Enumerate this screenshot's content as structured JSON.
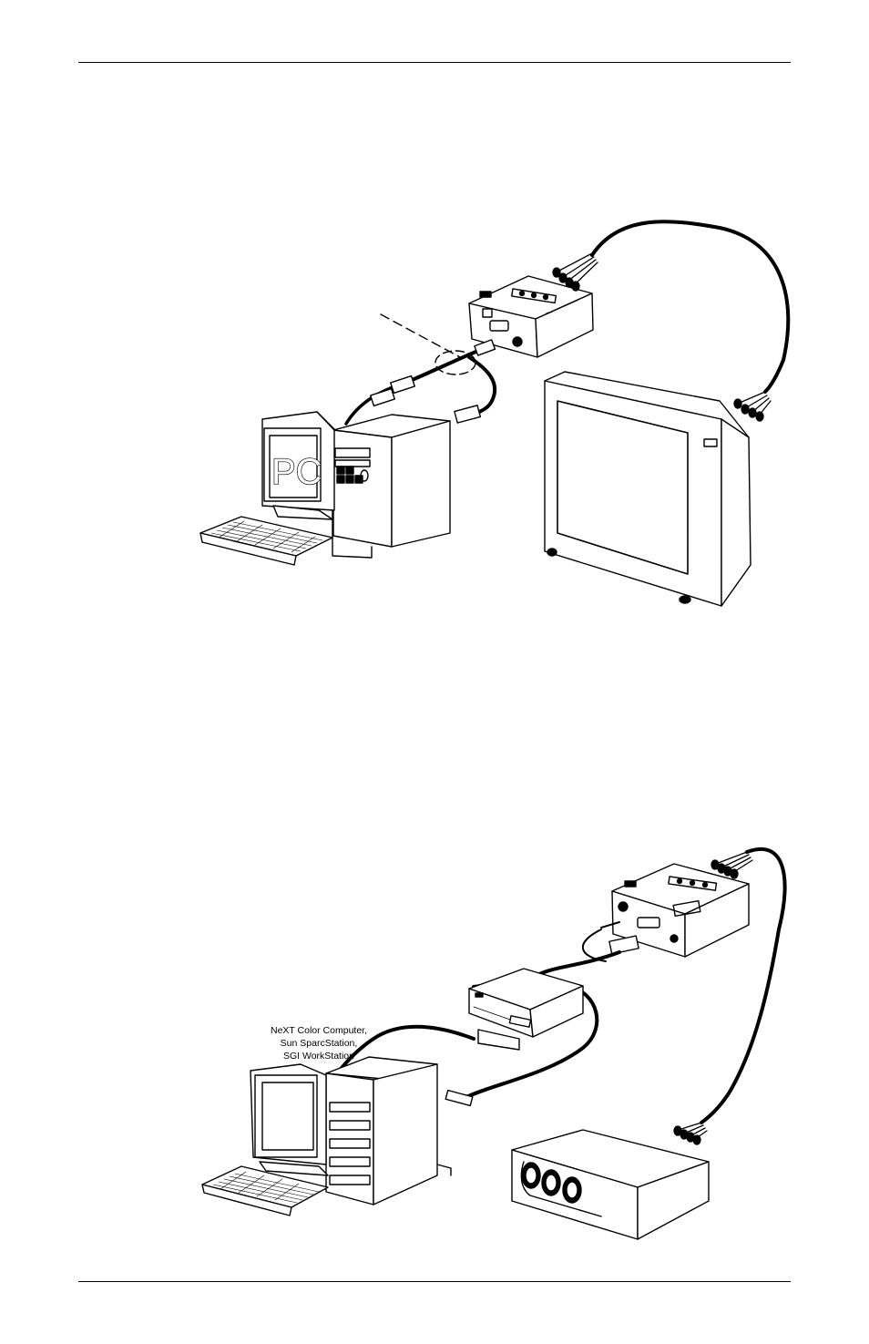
{
  "figure1": {
    "monitor_label": "PC"
  },
  "figure2": {
    "caption_lines": [
      "NeXT Color Computer,",
      "Sun SparcStation,",
      "SGI WorkStation"
    ]
  }
}
